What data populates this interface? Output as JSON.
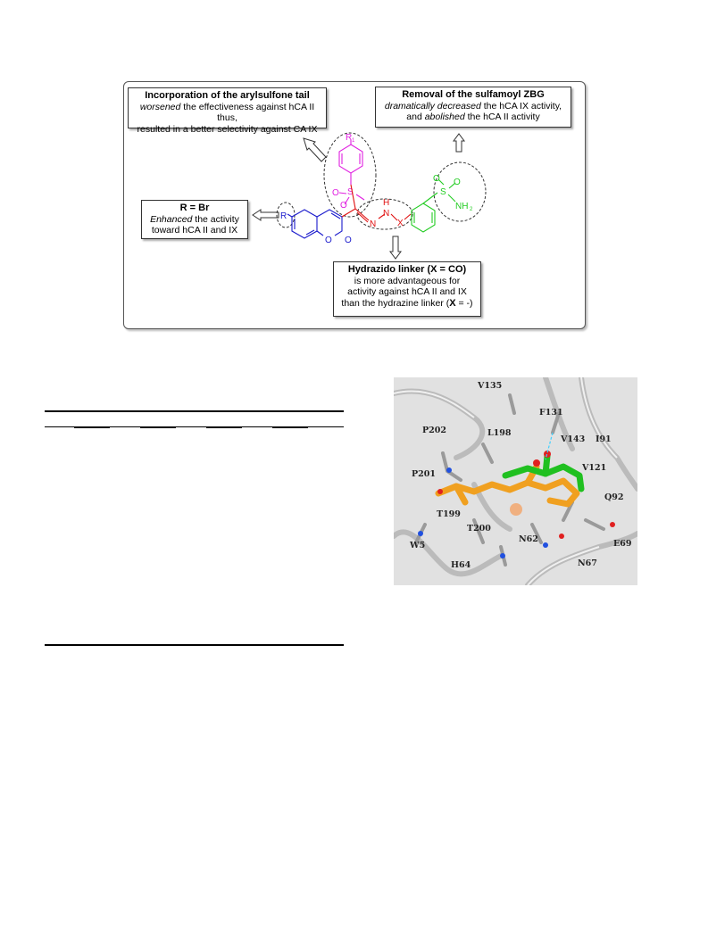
{
  "sar_figure": {
    "arylsulfone_note": {
      "title": "Incorporation of the arylsulfone tail",
      "italic": "worsened",
      "line1_rest": " the effectiveness against hCA II thus,",
      "line2": "resulted in a better selectivity against CA IX"
    },
    "zbg_note": {
      "title": "Removal of the sulfamoyl ZBG",
      "italic1": "dramatically decreased",
      "line1_rest": " the hCA IX activity,",
      "line2_pre": "and ",
      "italic2": "abolished",
      "line2_rest": " the hCA II activity"
    },
    "r_note": {
      "title": "R = Br",
      "italic": "Enhanced",
      "line1_rest": " the activity",
      "line2": "toward hCA II and IX"
    },
    "linker_note": {
      "title": "Hydrazido linker (X = CO)",
      "line1": "is more advantageous for",
      "line2": "activity against hCA II and IX",
      "line3_pre": "than the hydrazine linker (",
      "line3_bold": "X",
      "line3_rest": " = -)"
    },
    "chem_labels": {
      "r1": "R",
      "r1_sub": "1",
      "s_sulfone": "S",
      "o1": "O",
      "o2": "O",
      "r": "R",
      "o_ring": "O",
      "o_carbonyl": "O",
      "n": "N",
      "nh_h": "H",
      "nh_n": "N",
      "x": "X",
      "s_amide": "S",
      "o3": "O",
      "o4": "O",
      "nh2": "NH",
      "nh2_sub": "2"
    },
    "colors": {
      "arylsulfone": "#e020e0",
      "coumarin": "#1a1acc",
      "linker": "#e01010",
      "sulfonamide": "#22cc22"
    }
  },
  "docking_figure": {
    "residues": [
      "V135",
      "F131",
      "V143",
      "I91",
      "P202",
      "L198",
      "V121",
      "P201",
      "Q92",
      "T199",
      "T200",
      "N62",
      "W5",
      "E69",
      "H64",
      "N67"
    ],
    "colors": {
      "ligand_orange": "#f0a020",
      "ligand_green": "#20c020",
      "protein": "#cccccc",
      "zinc": "#f0b080"
    }
  }
}
